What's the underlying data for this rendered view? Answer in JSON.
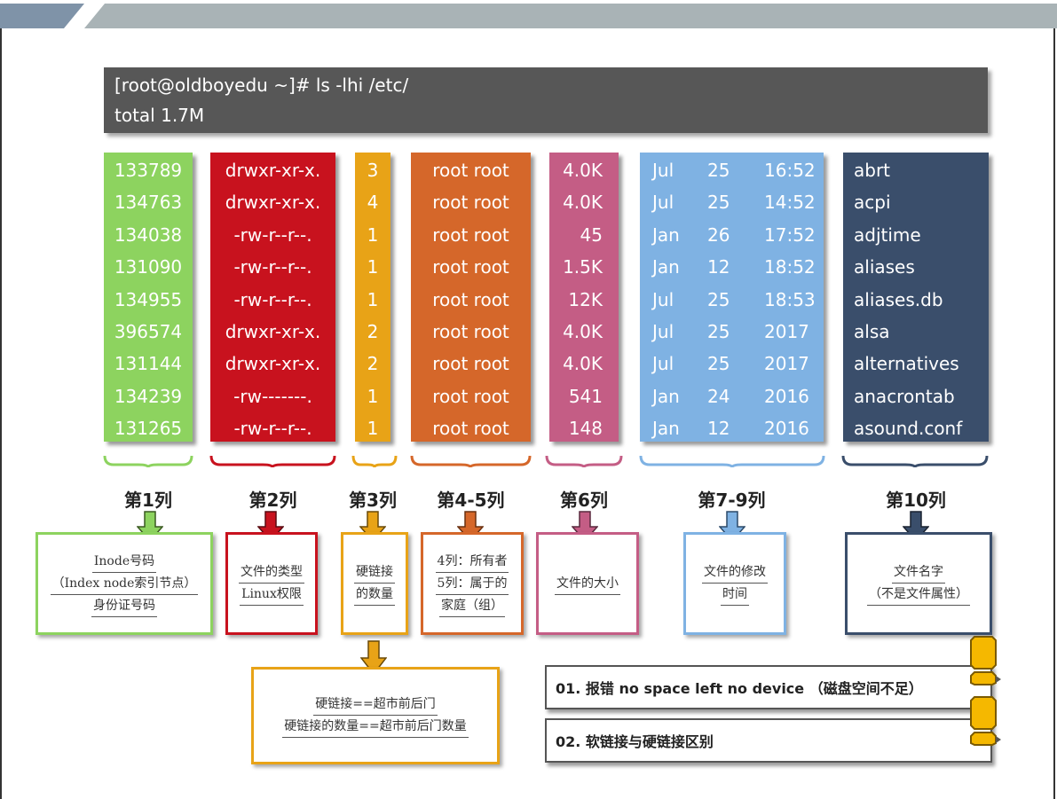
{
  "terminal": {
    "command": "[root@oldboyedu ~]# ls -lhi /etc/",
    "total": "total 1.7M"
  },
  "colors": {
    "inode": "#8dd35f",
    "perm": "#c8121e",
    "links": "#e8a317",
    "owner": "#d5672a",
    "size": "#c45d85",
    "date": "#7fb2e3",
    "name": "#3a4e6b",
    "terminal": "#575757",
    "header_band": "#a9b3b6"
  },
  "inodes": [
    "133789",
    "134763",
    "134038",
    "131090",
    "134955",
    "396574",
    "131144",
    "134239",
    "131265"
  ],
  "perms": [
    "drwxr-xr-x.",
    "drwxr-xr-x.",
    "-rw-r--r--.",
    "-rw-r--r--.",
    "-rw-r--r--.",
    "drwxr-xr-x.",
    "drwxr-xr-x.",
    "-rw-------.",
    "-rw-r--r--."
  ],
  "links": [
    "3",
    "4",
    "1",
    "1",
    "1",
    "2",
    "2",
    "1",
    "1"
  ],
  "owners": [
    "root root",
    "root root",
    "root root",
    "root root",
    "root root",
    "root root",
    "root root",
    "root root",
    "root root"
  ],
  "sizes": [
    "4.0K",
    "4.0K",
    "45",
    "1.5K",
    "12K",
    "4.0K",
    "4.0K",
    "541",
    "148"
  ],
  "dates": [
    {
      "m": "Jul",
      "d": "25",
      "t": "16:52"
    },
    {
      "m": "Jul",
      "d": "25",
      "t": "14:52"
    },
    {
      "m": "Jan",
      "d": "26",
      "t": "17:52"
    },
    {
      "m": "Jan",
      "d": "12",
      "t": "18:52"
    },
    {
      "m": "Jul",
      "d": "25",
      "t": "18:53"
    },
    {
      "m": "Jul",
      "d": "25",
      "t": "2017"
    },
    {
      "m": "Jul",
      "d": "25",
      "t": "2017"
    },
    {
      "m": "Jan",
      "d": "24",
      "t": "2016"
    },
    {
      "m": "Jan",
      "d": "12",
      "t": "2016"
    }
  ],
  "names": [
    "abrt",
    "acpi",
    "adjtime",
    "aliases",
    "aliases.db",
    "alsa",
    "alternatives",
    "anacrontab",
    "asound.conf"
  ],
  "labels": {
    "c1": "第1列",
    "c2": "第2列",
    "c3": "第3列",
    "c45": "第4-5列",
    "c6": "第6列",
    "c79": "第7-9列",
    "c10": "第10列"
  },
  "boxes": {
    "c1": [
      "Inode号码",
      "（Index node索引节点）",
      "身份证号码"
    ],
    "c2": [
      "文件的类型",
      "Linux权限"
    ],
    "c3": [
      "硬链接",
      "的数量"
    ],
    "c45": [
      "4列：所有者",
      "5列：属于的",
      "家庭（组）"
    ],
    "c6": [
      "文件的大小"
    ],
    "c79": [
      "文件的修改",
      "时间"
    ],
    "c10": [
      "文件名字",
      "（不是文件属性）"
    ],
    "hardlink": [
      "硬链接==超市前后门",
      "硬链接的数量==超市前后门数量"
    ]
  },
  "notes": {
    "n1": "01. 报错 no space left no device （磁盘空间不足）",
    "n2": "02. 软链接与硬链接区别"
  }
}
